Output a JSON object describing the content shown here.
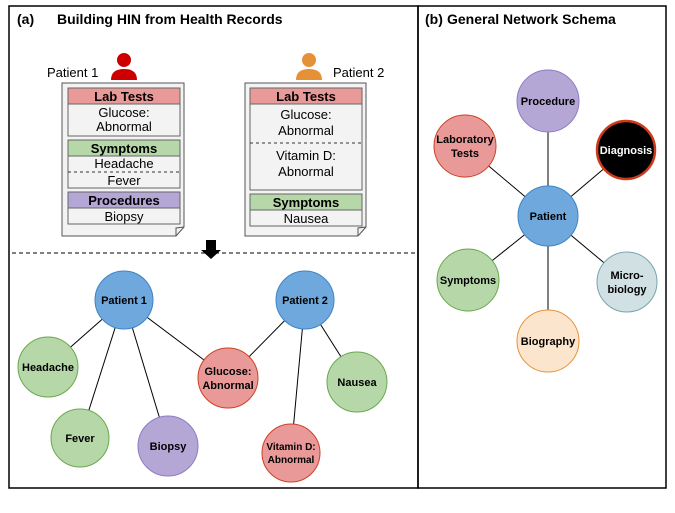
{
  "panel_a": {
    "label": "(a)",
    "title": "Building HIN from Health Records",
    "patient1": {
      "name": "Patient 1",
      "sections": [
        {
          "header": "Lab Tests",
          "items": [
            "Glucose:",
            "Abnormal"
          ]
        },
        {
          "header": "Symptoms",
          "items": [
            "Headache",
            "Fever"
          ]
        },
        {
          "header": "Procedures",
          "items": [
            "Biopsy"
          ]
        }
      ]
    },
    "patient2": {
      "name": "Patient 2",
      "sections": [
        {
          "header": "Lab Tests",
          "items": [
            "Glucose:",
            "Abnormal",
            "Vitamin D:",
            "Abnormal"
          ]
        },
        {
          "header": "Symptoms",
          "items": [
            "Nausea"
          ]
        }
      ]
    },
    "graph_nodes": {
      "patient1": "Patient 1",
      "patient2": "Patient 2",
      "headache": "Headache",
      "fever": "Fever",
      "biopsy": "Biopsy",
      "glucose_1": "Glucose:",
      "glucose_2": "Abnormal",
      "nausea": "Nausea",
      "vitd_1": "Vitamin D:",
      "vitd_2": "Abnormal"
    }
  },
  "panel_b": {
    "label": "(b)",
    "title": "General Network Schema",
    "nodes": {
      "procedure": "Procedure",
      "lab_1": "Laboratory",
      "lab_2": "Tests",
      "diagnosis": "Diagnosis",
      "patient": "Patient",
      "symptoms": "Symptoms",
      "micro_1": "Micro-",
      "micro_2": "biology",
      "biography": "Biography"
    }
  },
  "colors": {
    "red_header": "#ea9999",
    "green_header": "#b6d7a8",
    "purple_header": "#b4a7d6",
    "blue_node": "#6fa8dc",
    "green_node": "#b6d7a8",
    "red_node": "#ea9999",
    "purple_node": "#b4a7d6",
    "peach_node": "#fce5cd",
    "grey_node": "#d0e0e3",
    "diagnosis_fill": "#000000",
    "diagnosis_border": "#cc3b1c",
    "patient1_icon": "#cc0000",
    "patient2_icon": "#e69138"
  }
}
